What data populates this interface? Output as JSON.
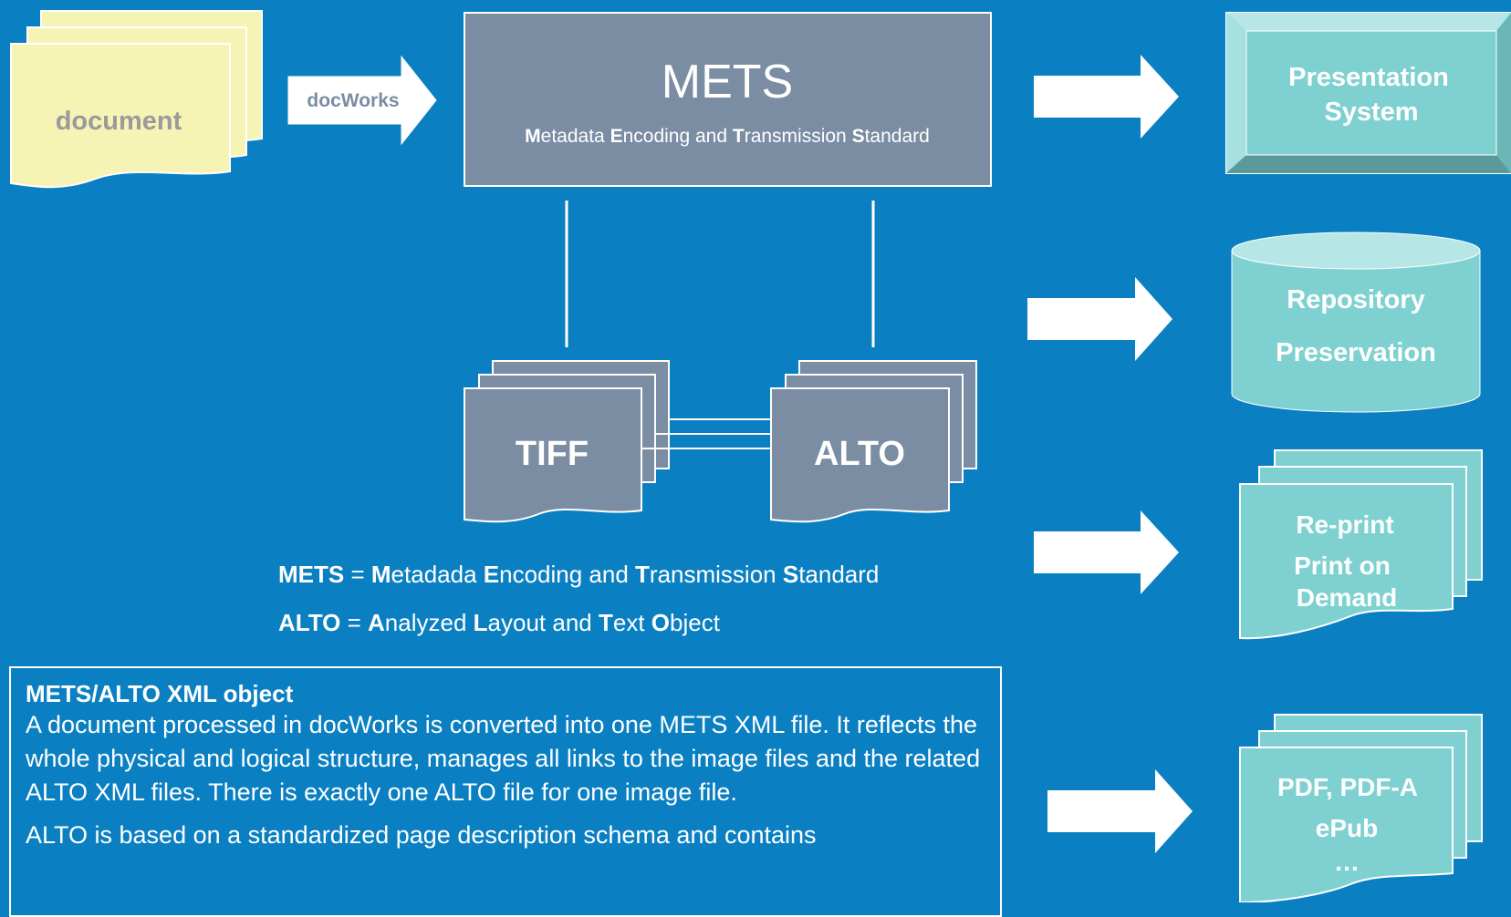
{
  "source": {
    "label": "document"
  },
  "arrow_docworks": {
    "label": "docWorks"
  },
  "mets": {
    "title": "METS",
    "subtitle_parts": [
      {
        "b": "M",
        "t": "etadata "
      },
      {
        "b": "E",
        "t": "ncoding and "
      },
      {
        "b": "T",
        "t": "ransmission "
      },
      {
        "b": "S",
        "t": "tandard"
      }
    ]
  },
  "tiff": {
    "label": "TIFF"
  },
  "alto": {
    "label": "ALTO"
  },
  "legend": {
    "mets_term": "METS",
    "mets_eq": " = ",
    "mets_parts": [
      {
        "b": "M",
        "t": "etadada "
      },
      {
        "b": "E",
        "t": "ncoding and "
      },
      {
        "b": "T",
        "t": "ransmission "
      },
      {
        "b": "S",
        "t": "tandard"
      }
    ],
    "alto_term": "ALTO",
    "alto_eq": " = ",
    "alto_parts": [
      {
        "b": "A",
        "t": "nalyzed "
      },
      {
        "b": "L",
        "t": "ayout and "
      },
      {
        "b": "T",
        "t": "ext "
      },
      {
        "b": "O",
        "t": "bject"
      }
    ]
  },
  "outputs": {
    "presentation": {
      "line1": "Presentation",
      "line2": "System"
    },
    "repository": {
      "line1": "Repository",
      "line2": "Preservation"
    },
    "reprint": {
      "line1": "Re-print",
      "line2": "Print on",
      "line3": "Demand"
    },
    "pdf": {
      "line1": "PDF, PDF-A",
      "line2": "ePub",
      "line3": "…"
    }
  },
  "info": {
    "title": "METS/ALTO XML object",
    "paragraph1": "A document processed in docWorks is converted into one METS XML file. It reflects the whole physical and logical structure, manages all links to the image files and the related ALTO XML files. There is exactly one ALTO file for one image file.",
    "paragraph2": "ALTO is based on a standardized page description schema and contains"
  },
  "colors": {
    "background": "#0a80c2",
    "document_fill": "#f6f4b4",
    "box_grey": "#7a8da3",
    "output_teal": "#7fd1d1",
    "white": "#ffffff"
  }
}
